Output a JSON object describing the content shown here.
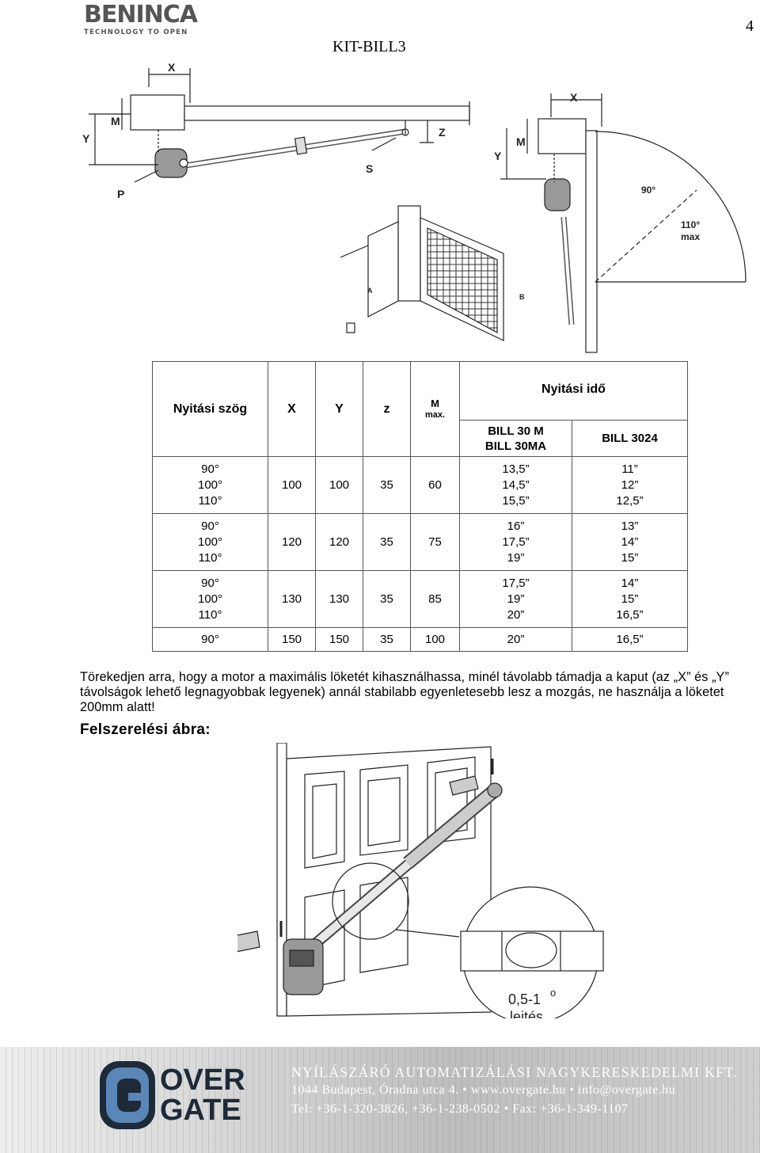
{
  "header": {
    "brand": "BENINCA",
    "tagline": "TECHNOLOGY TO OPEN",
    "page_number": "4",
    "doc_title": "KIT-BILL3"
  },
  "diagram_top": {
    "labels": {
      "x": "X",
      "m": "M",
      "y": "Y",
      "z": "Z",
      "s": "S",
      "p": "P",
      "a": "A",
      "b": "B",
      "deg90": "90°",
      "deg110": "110°",
      "max": "max"
    }
  },
  "table": {
    "headers": {
      "angle": "Nyitási szög",
      "x": "X",
      "y": "Y",
      "z": "z",
      "m": "M",
      "m_sub": "max.",
      "time": "Nyitási idő",
      "bill30_1": "BILL 30 M",
      "bill30_2": "BILL 30MA",
      "bill3024": "BILL 3024"
    },
    "rows": [
      {
        "angles": [
          "90°",
          "100°",
          "110°"
        ],
        "x": "100",
        "y": "100",
        "z": "35",
        "m": "60",
        "t30": [
          "13,5”",
          "14,5”",
          "15,5”"
        ],
        "t3024": [
          "11”",
          "12”",
          "12,5”"
        ]
      },
      {
        "angles": [
          "90°",
          "100°",
          "110°"
        ],
        "x": "120",
        "y": "120",
        "z": "35",
        "m": "75",
        "t30": [
          "16”",
          "17,5”",
          "19”"
        ],
        "t3024": [
          "13”",
          "14”",
          "15”"
        ]
      },
      {
        "angles": [
          "90°",
          "100°",
          "110°"
        ],
        "x": "130",
        "y": "130",
        "z": "35",
        "m": "85",
        "t30": [
          "17,5”",
          "19”",
          "20”"
        ],
        "t3024": [
          "14”",
          "15”",
          "16,5”"
        ]
      },
      {
        "angles": [
          "90°"
        ],
        "x": "150",
        "y": "150",
        "z": "35",
        "m": "100",
        "t30": [
          "20”"
        ],
        "t3024": [
          "16,5”"
        ]
      }
    ]
  },
  "text": {
    "paragraph": "Törekedjen arra, hogy a motor a maximális löketét kihasználhassa, minél távolabb támadja a kaput (az „X” és „Y” távolságok lehető legnagyobbak legyenek) annál stabilabb egyenletesebb lesz a mozgás, ne használja a löketet 200mm alatt!",
    "section_heading": "Felszerelési ábra:"
  },
  "diagram_bottom": {
    "tolerance": "0,5-1",
    "degree_mark": "o",
    "slope": "lejtés"
  },
  "footer": {
    "logo_top": "OVER",
    "logo_bottom": "GATE",
    "company": "NYÍLÁSZÁRÓ AUTOMATIZÁLÁSI NAGYKERESKEDELMI KFT.",
    "address": "1044 Budapest, Óradna utca 4. • www.overgate.hu • info@overgate.hu",
    "phones": "Tel: +36-1-320-3826, +36-1-238-0502 • Fax: +36-1-349-1107"
  },
  "colors": {
    "logo_grey": "#555555",
    "footer_text": "#ffffff",
    "overgate_blue": "#5a86b8",
    "overgate_dark": "#1e2a38"
  }
}
